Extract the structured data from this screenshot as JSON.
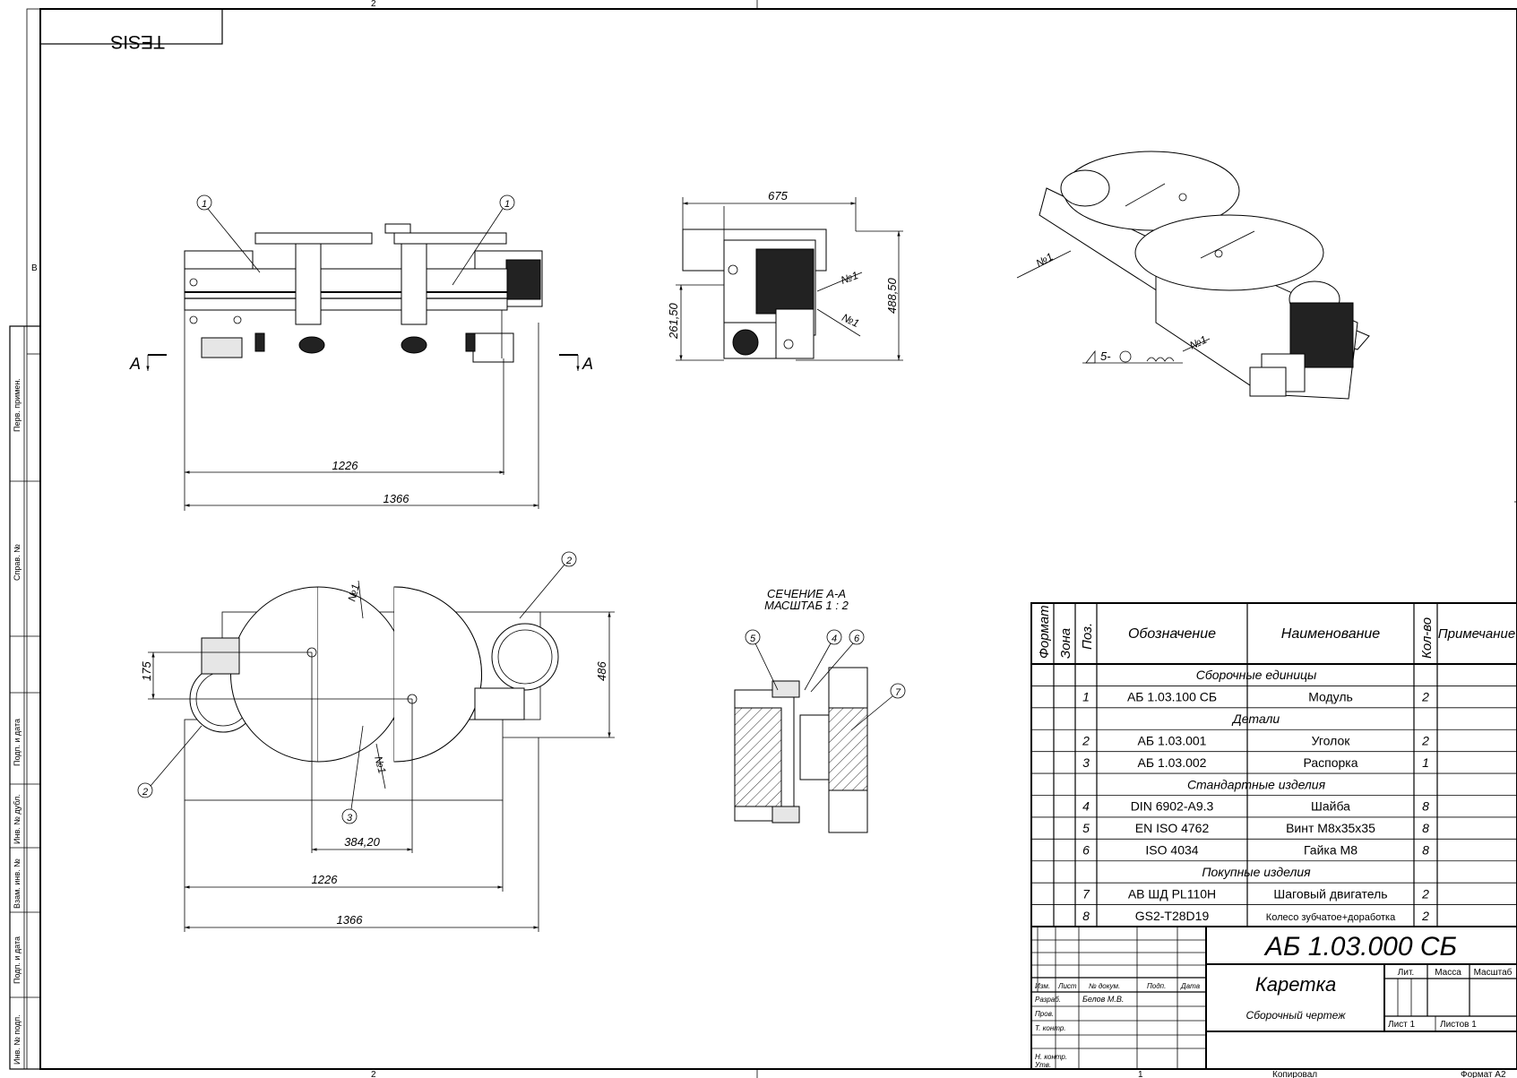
{
  "frame": {
    "zone_top_left": "2",
    "zone_bottom_left": "2",
    "zone_bottom_right": "1",
    "zone_row": "B",
    "mirrored_stamp": "TESIS"
  },
  "side_columns": [
    "Перв. примен.",
    "Справ. №",
    "Подп. и дата",
    "Инв. № дубл.",
    "Взам. инв. №",
    "Подп. и дата",
    "Инв. № подп."
  ],
  "views": {
    "front": {
      "dim_1226": "1226",
      "dim_1366": "1366",
      "pos_left": "1",
      "pos_right": "1",
      "section_left": "A",
      "section_right": "A"
    },
    "side": {
      "dim_675": "675",
      "dim_488": "488,50",
      "dim_261": "261,50",
      "weld_1": "№1",
      "weld_2": "№1"
    },
    "iso": {
      "weld_left": "№1",
      "weld_bottom": "№1",
      "weld_symbol": "5-"
    },
    "top": {
      "dim_175": "175",
      "dim_486": "486",
      "dim_384": "384,20",
      "dim_1226": "1226",
      "dim_1366": "1366",
      "pos_2a": "2",
      "pos_2b": "2",
      "pos_3": "3",
      "weld_a": "№1",
      "weld_b": "№1"
    },
    "section": {
      "title": "СЕЧЕНИЕ А-А",
      "scale": "МАСШТАБ 1 : 2",
      "pos_4": "4",
      "pos_5": "5",
      "pos_6": "6",
      "pos_7": "7"
    }
  },
  "spec": {
    "headers": [
      "Формат",
      "Зона",
      "Поз.",
      "Обозначение",
      "Наименование",
      "Кол-во",
      "Примечание"
    ],
    "rows": [
      {
        "type": "section",
        "title": "Сборочные единицы"
      },
      {
        "type": "item",
        "pos": "1",
        "designation": "АБ 1.03.100 СБ",
        "name": "Модуль",
        "qty": "2"
      },
      {
        "type": "section",
        "title": "Детали"
      },
      {
        "type": "item",
        "pos": "2",
        "designation": "АБ 1.03.001",
        "name": "Уголок",
        "qty": "2"
      },
      {
        "type": "item",
        "pos": "3",
        "designation": "АБ 1.03.002",
        "name": "Распорка",
        "qty": "1"
      },
      {
        "type": "section",
        "title": "Стандартные изделия"
      },
      {
        "type": "item",
        "pos": "4",
        "designation": "DIN 6902-A9.3",
        "name": "Шайба",
        "qty": "8"
      },
      {
        "type": "item",
        "pos": "5",
        "designation": "EN ISO 4762",
        "name": "Винт М8х35х35",
        "qty": "8"
      },
      {
        "type": "item",
        "pos": "6",
        "designation": "ISO 4034",
        "name": "Гайка  М8",
        "qty": "8"
      },
      {
        "type": "section",
        "title": "Покупные изделия"
      },
      {
        "type": "item",
        "pos": "7",
        "designation": "АВ ШД PL110H",
        "name": "Шаговый двигатель",
        "qty": "2"
      },
      {
        "type": "item",
        "pos": "8",
        "designation": "GS2-T28D19",
        "name": "Колесо зубчатое+доработка",
        "qty": "2"
      }
    ]
  },
  "title_block": {
    "code": "АБ 1.03.000 СБ",
    "name": "Каретка",
    "doc_type": "Сборочный чертеж",
    "col_labels": [
      "Изм.",
      "Лист",
      "№ докум.",
      "Подп.",
      "Дата"
    ],
    "role_labels": [
      "Разраб.",
      "Пров.",
      "Т. контр.",
      "",
      "Н. контр.",
      "Утв."
    ],
    "developer": "Белов М.В.",
    "lit": "Лит.",
    "mass": "Масса",
    "scale": "Масштаб",
    "sheet": "Лист 1",
    "sheets": "Листов 1",
    "copied": "Копировал",
    "format": "Формат А2"
  }
}
